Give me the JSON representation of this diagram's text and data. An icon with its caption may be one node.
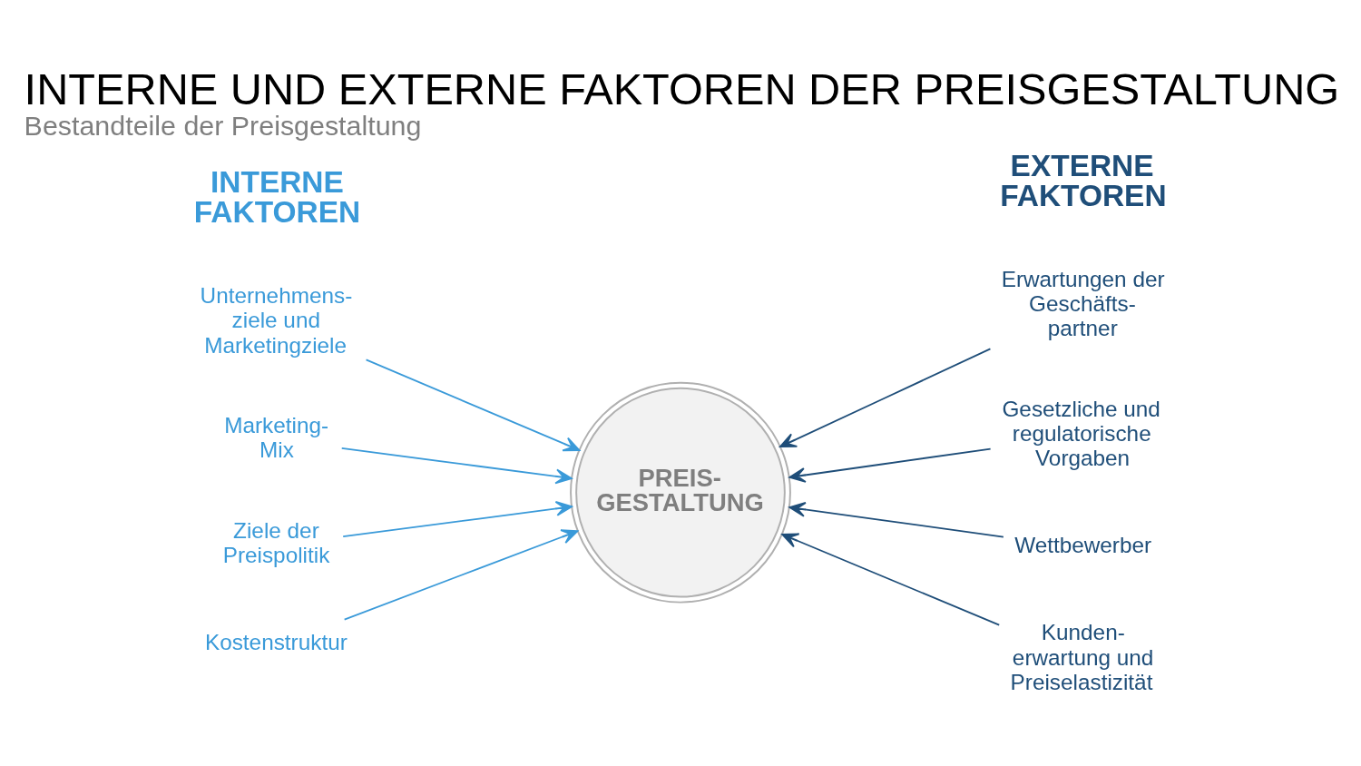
{
  "diagram": {
    "title": "INTERNE UND EXTERNE FAKTOREN DER PREISGESTALTUNG",
    "caption": "Bestandteile der Preisgestaltung",
    "nodes": [
      {
        "text": [
          "Unternehmens- ziele und Marketingziele"
        ]
      },
      {
        "text": [
          "Marketing- Mix"
        ]
      },
      {
        "text": [
          "Ziele der Preispolitik"
        ]
      },
      {
        "text": [
          "Kostenstruktur"
        ]
      },
      {
        "text": [
          "PREIS- GESTALTUNG"
        ]
      },
      {
        "text": [
          "Erwartungen der Geschäfts- partner"
        ]
      },
      {
        "text": [
          "Gesetzliche und regulatorische Vorgaben"
        ]
      },
      {
        "text": [
          "Wettbewerber"
        ]
      },
      {
        "text": [
          "Kunden- erwartung und Preiselastizität"
        ]
      }
    ],
    "edges": [
      {
        "from": 0,
        "to": 4,
        "arrow": "to",
        "color": "#3a9ad9"
      },
      {
        "from": 1,
        "to": 4,
        "arrow": "to",
        "color": "#3a9ad9"
      },
      {
        "from": 2,
        "to": 4,
        "arrow": "to",
        "color": "#3a9ad9"
      },
      {
        "from": 3,
        "to": 4,
        "arrow": "to",
        "color": "#3a9ad9"
      },
      {
        "from": 5,
        "to": 4,
        "arrow": "to",
        "color": "#1f4e79"
      },
      {
        "from": 6,
        "to": 4,
        "arrow": "to",
        "color": "#1f4e79"
      },
      {
        "from": 7,
        "to": 4,
        "arrow": "to",
        "color": "#1f4e79"
      },
      {
        "from": 8,
        "to": 4,
        "arrow": "to",
        "color": "#1f4e79"
      }
    ],
    "labels": [
      "INTERNE FAKTOREN",
      "EXTERNE FAKTOREN"
    ]
  }
}
